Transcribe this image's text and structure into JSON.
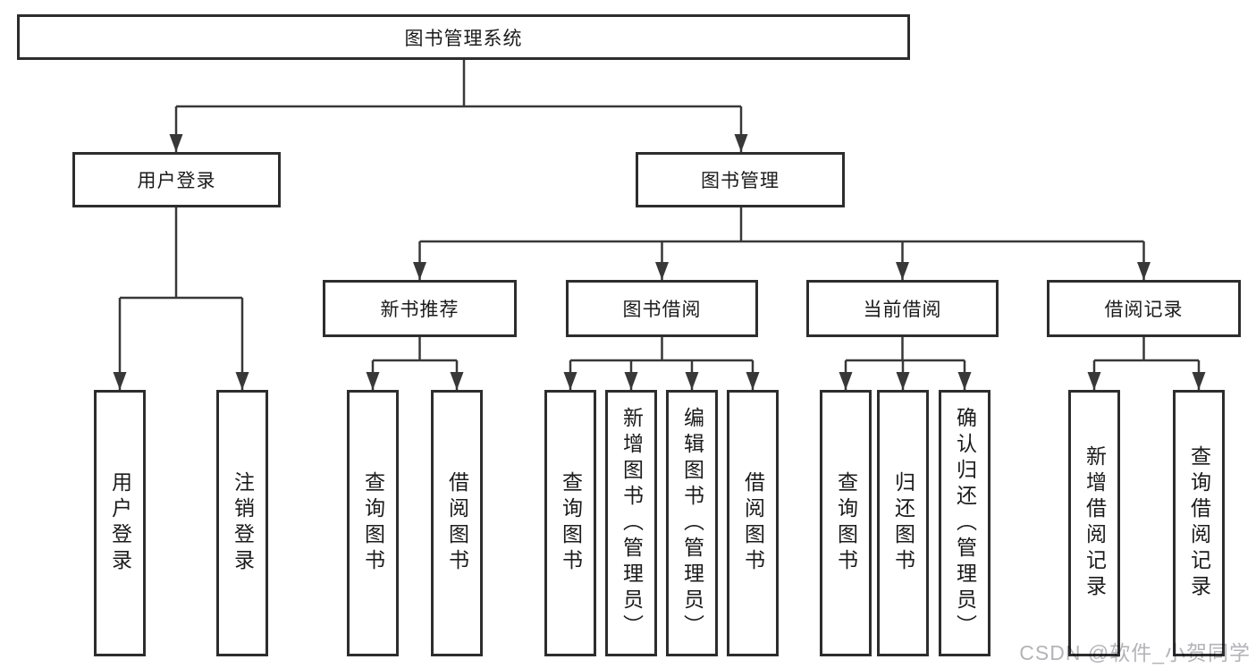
{
  "diagram": {
    "root": {
      "label": "图书管理系统"
    },
    "branches": [
      {
        "label": "用户登录",
        "children": [
          {
            "label": "用户登录"
          },
          {
            "label": "注销登录"
          }
        ]
      },
      {
        "label": "图书管理",
        "children": [
          {
            "label": "新书推荐",
            "children": [
              {
                "label": "查询图书"
              },
              {
                "label": "借阅图书"
              }
            ]
          },
          {
            "label": "图书借阅",
            "children": [
              {
                "label": "查询图书"
              },
              {
                "label": "新增图书（管理员）"
              },
              {
                "label": "编辑图书（管理员）"
              },
              {
                "label": "借阅图书"
              }
            ]
          },
          {
            "label": "当前借阅",
            "children": [
              {
                "label": "查询图书"
              },
              {
                "label": "归还图书"
              },
              {
                "label": "确认归还（管理员）"
              }
            ]
          },
          {
            "label": "借阅记录",
            "children": [
              {
                "label": "新增借阅记录"
              },
              {
                "label": "查询借阅记录"
              }
            ]
          }
        ]
      }
    ]
  },
  "watermark": {
    "text": "CSDN @软件_小贺同学"
  },
  "colors": {
    "line": "#383838",
    "box_border": "#2d2d2d",
    "text": "#1b1b1b",
    "watermark": "#b4b4b8"
  }
}
